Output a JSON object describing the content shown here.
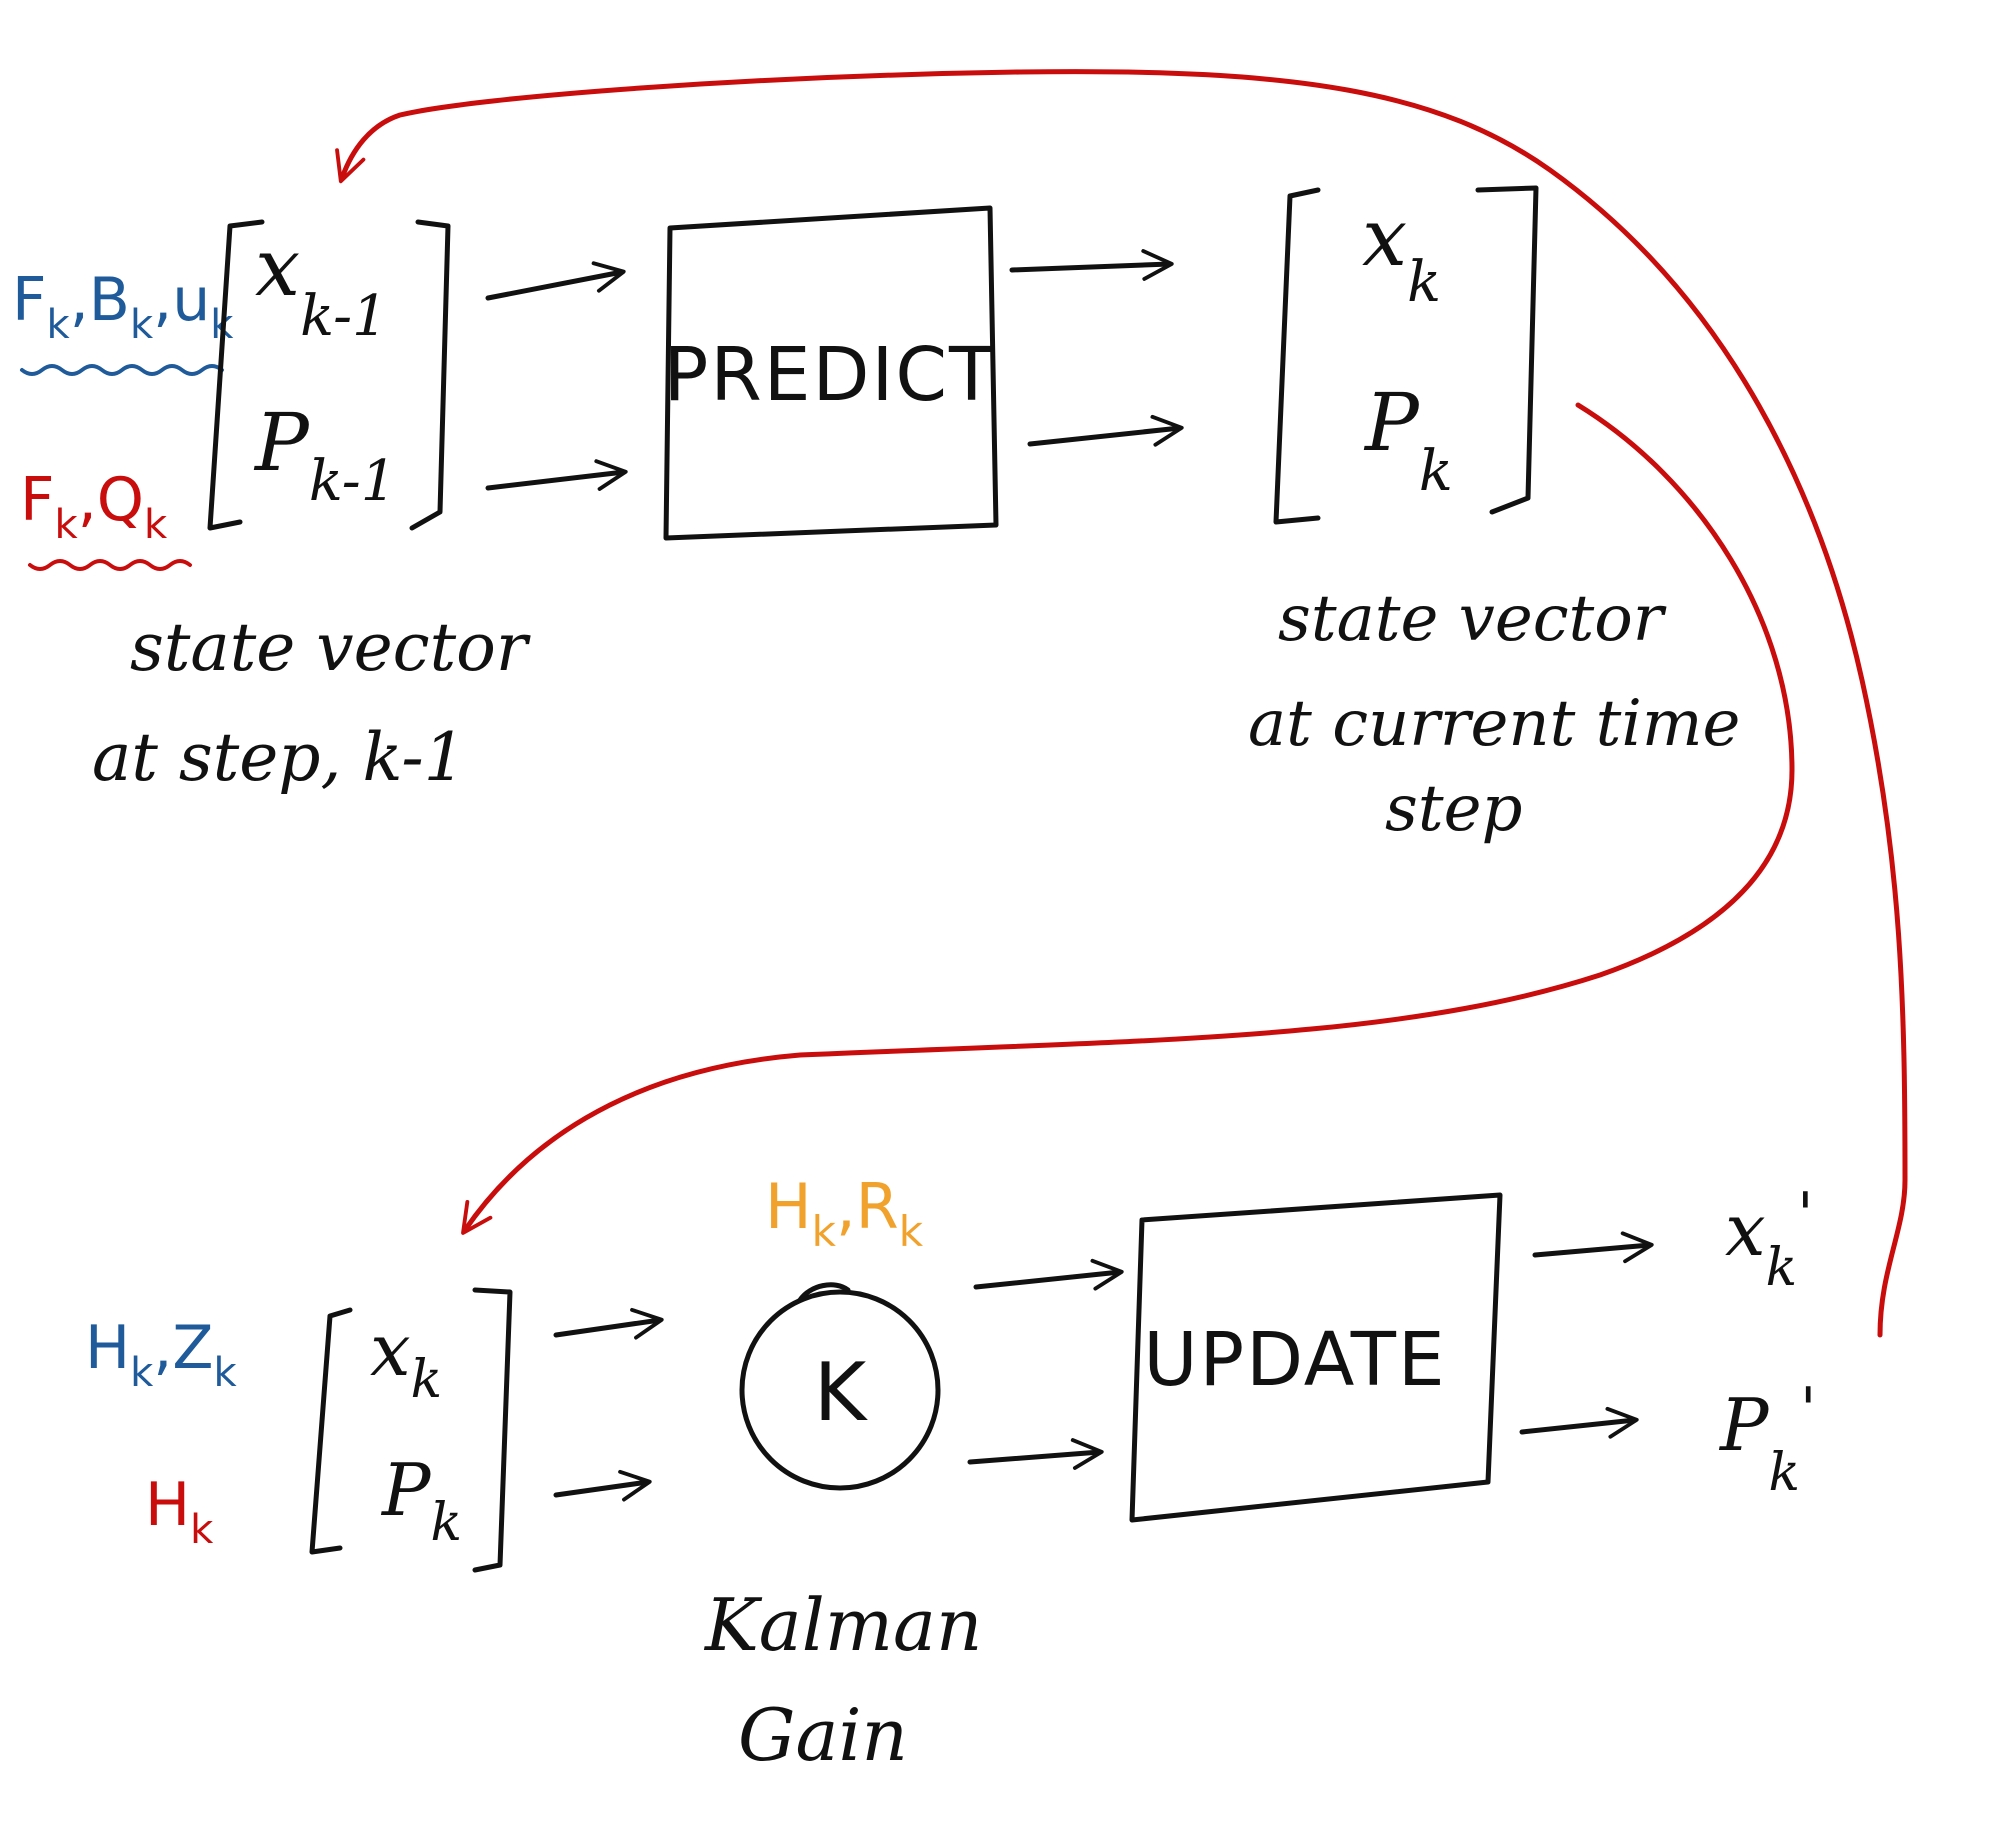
{
  "colors": {
    "ink": "#111111",
    "red": "#c90c0c",
    "blue": "#1f5a9a",
    "orange": "#f0a22c"
  },
  "top_left": {
    "inputs_x": {
      "letters": [
        "F",
        "B",
        "u"
      ],
      "sub": "k",
      "sep": ","
    },
    "inputs_p": {
      "letters": [
        "F",
        "Q"
      ],
      "sub": "k",
      "sep": ","
    },
    "x": "x",
    "x_sub": "k-1",
    "p": "P",
    "p_sub": "k-1",
    "caption_line1": "state vector",
    "caption_line2": "at step, k-1"
  },
  "predict": {
    "label": "PREDICT"
  },
  "top_right": {
    "x": "x",
    "x_sub": "k",
    "p": "P",
    "p_sub": "k",
    "caption_line1": "state vector",
    "caption_line2": "at current time",
    "caption_line3": "step"
  },
  "bottom_left": {
    "inputs_x": {
      "letters": [
        "H",
        "Z"
      ],
      "sub": "k",
      "sep": ","
    },
    "inputs_p": {
      "letters": [
        "H"
      ],
      "sub": "k"
    },
    "x": "x",
    "x_sub": "k",
    "p": "P",
    "p_sub": "k"
  },
  "kalman": {
    "symbol": "K",
    "inputs": {
      "letters": [
        "H",
        "R"
      ],
      "sub": "k",
      "sep": ","
    },
    "caption_line1": "Kalman",
    "caption_line2": "Gain"
  },
  "update": {
    "label": "UPDATE"
  },
  "outputs": {
    "x": "x",
    "x_sub": "k",
    "x_prime": "'",
    "p": "P",
    "p_sub": "k",
    "p_prime": "'"
  }
}
